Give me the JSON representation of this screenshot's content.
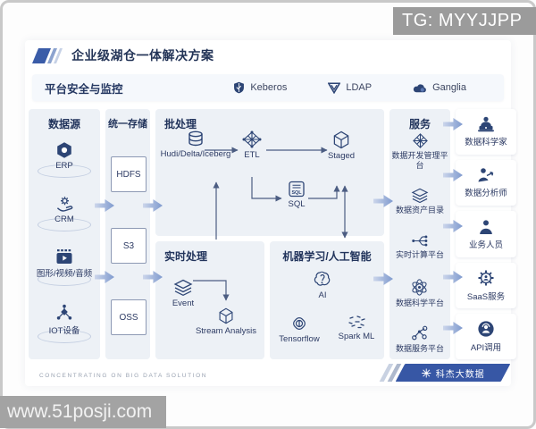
{
  "overlays": {
    "tg_badge": "TG: MYYJJPP",
    "watermark": "www.51posji.com"
  },
  "header": {
    "title": "企业级湖仓一体解决方案"
  },
  "security_bar": {
    "label": "平台安全与监控",
    "items": [
      {
        "name": "Keberos"
      },
      {
        "name": "LDAP"
      },
      {
        "name": "Ganglia"
      }
    ]
  },
  "datasources": {
    "title": "数据源",
    "items": [
      {
        "label": "ERP"
      },
      {
        "label": "CRM"
      },
      {
        "label": "图形/视频/音频"
      },
      {
        "label": "IOT设备"
      }
    ]
  },
  "storage": {
    "title": "统一存储",
    "items": [
      {
        "label": "HDFS"
      },
      {
        "label": "S3"
      },
      {
        "label": "OSS"
      }
    ]
  },
  "batch": {
    "title": "批处理",
    "hudi": "Hudi/Delta/Iceberg",
    "etl": "ETL",
    "staged": "Staged",
    "sql": "SQL"
  },
  "realtime": {
    "title": "实时处理",
    "event": "Event",
    "stream": "Stream Analysis"
  },
  "ml": {
    "title": "机器学习/人工智能",
    "ai": "AI",
    "tensorflow": "Tensorflow",
    "sparkml": "Spark ML"
  },
  "services": {
    "title": "服务",
    "items": [
      {
        "label": "数据开发管理平台"
      },
      {
        "label": "数据资产目录"
      },
      {
        "label": "实时计算平台"
      },
      {
        "label": "数据科学平台"
      },
      {
        "label": "数据服务平台"
      }
    ]
  },
  "consumers": {
    "items": [
      {
        "label": "数据科学家"
      },
      {
        "label": "数据分析师"
      },
      {
        "label": "业务人员"
      },
      {
        "label": "SaaS服务"
      },
      {
        "label": "API调用"
      }
    ]
  },
  "footer": {
    "slogan": "CONCENTRATING ON BIG DATA SOLUTION",
    "brand": "科杰大数据"
  },
  "colors": {
    "accent": "#2d4575",
    "panel_bg": "#edf1f6",
    "arrow": "#7f9ace",
    "badge_bg": "#9b9b9b",
    "brand_bg": "#3757a5"
  }
}
